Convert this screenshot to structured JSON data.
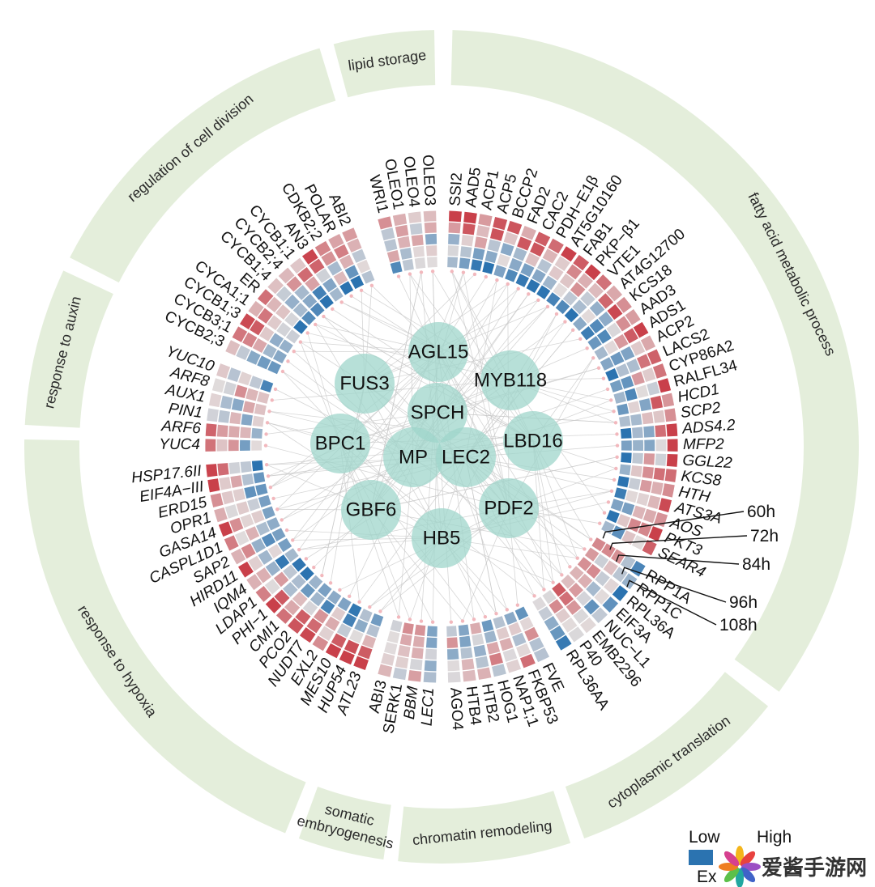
{
  "sectors": [
    {
      "label": [
        "lipid storage"
      ],
      "genes": [
        "WRI1",
        "OLEO1",
        "OLEO4",
        "OLEO3"
      ]
    },
    {
      "label": [
        "fatty acid metabolic process"
      ],
      "genes": [
        "SSI2",
        "AAD5",
        "ACP1",
        "ACP5",
        "BCCP2",
        "FAD2",
        "CAC2",
        "PDH−E1β",
        "AT5G10160",
        "FAB1",
        "PKP−β1",
        "VTE1",
        "AT4G12700",
        "KCS18",
        "AAD3",
        "ADS1",
        "ACP2",
        "LACS2",
        "CYP86A2",
        "RALFL34",
        "HCD1",
        "SCP2",
        "ADS4.2",
        "MFP2",
        "GGL22",
        "KCS8",
        "HTH",
        "ATS3A",
        "AOS",
        "PKT3",
        "SEAR4"
      ]
    },
    {
      "label": [
        "cytoplasmic translation"
      ],
      "genes": [
        "RPP1A",
        "RPP1C",
        "RPL36A",
        "EIF3A",
        "NUC−L1",
        "EMB2296",
        "P40",
        "RPL36AA"
      ]
    },
    {
      "label": [
        "chromatin remodeling"
      ],
      "genes": [
        "FVE",
        "FKBP53",
        "NAP1;1",
        "HOG1",
        "HTB2",
        "HTB4",
        "AGO4"
      ]
    },
    {
      "label": [
        "somatic",
        "embryogenesis"
      ],
      "genes": [
        "LEC1",
        "BBM",
        "SERK1",
        "ABI3"
      ]
    },
    {
      "label": [
        "response to hypoxia"
      ],
      "genes": [
        "ATL23",
        "HUP54",
        "MES10",
        "EXL2",
        "NUDT7",
        "PCO2",
        "CMI1",
        "PHI−1",
        "LDAP1",
        "IQM4",
        "HIRD11",
        "SAP2",
        "CASPL1D1",
        "GASA14",
        "OPR1",
        "ERD15",
        "EIF4A−III",
        "HSP17.6II"
      ]
    },
    {
      "label": [
        "response to auxin"
      ],
      "genes": [
        "YUC4",
        "ARF6",
        "PIN1",
        "AUX1",
        "ARF8",
        "YUC10"
      ]
    },
    {
      "label": [
        "regulation of cell division"
      ],
      "genes": [
        "CYCB2;3",
        "CYCB3;1",
        "CYCB1;3",
        "CYCA1;1",
        "ER",
        "CYCB1;4",
        "CYCB2;4",
        "CYCB1;1",
        "AN3",
        "CDKB2;2",
        "POLAR",
        "ABI2"
      ]
    }
  ],
  "transcription_factors": [
    "AGL15",
    "MYB118",
    "FUS3",
    "SPCH",
    "BPC1",
    "MP",
    "LEC2",
    "LBD16",
    "GBF6",
    "PDF2",
    "HB5"
  ],
  "timepoints": [
    "60h",
    "72h",
    "84h",
    "96h",
    "108h"
  ],
  "legend": {
    "low": "Low",
    "high": "High",
    "caption_partial": "Ex"
  },
  "colors": {
    "low": "#2b73b0",
    "mid": "#e2dcdc",
    "high": "#c9404a",
    "band": "#e4eedb",
    "node": "#9fd6cb"
  },
  "watermark": "爱酱手游网"
}
